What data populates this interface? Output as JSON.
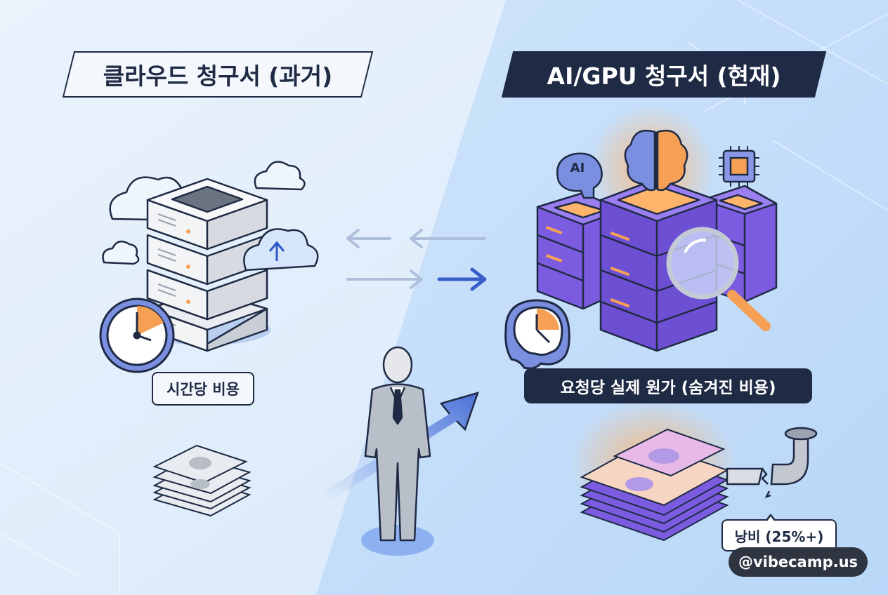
{
  "left_panel": {
    "title": "클라우드 청구서 (과거)",
    "cost_label": "시간당 비용"
  },
  "right_panel": {
    "title": "AI/GPU 청구서 (현재)",
    "ai_chip_text": "AI",
    "cost_label": "요청당 실제 원가 (숨겨진 비용)",
    "waste_label": "낭비 (25%+)"
  },
  "watermark": "@vibecamp.us",
  "colors": {
    "navy": "#1f2a44",
    "purple": "#7b5ce0",
    "orange": "#f5a054",
    "blue_accent": "#4a6fd6",
    "light_blue": "#dbeafb"
  }
}
